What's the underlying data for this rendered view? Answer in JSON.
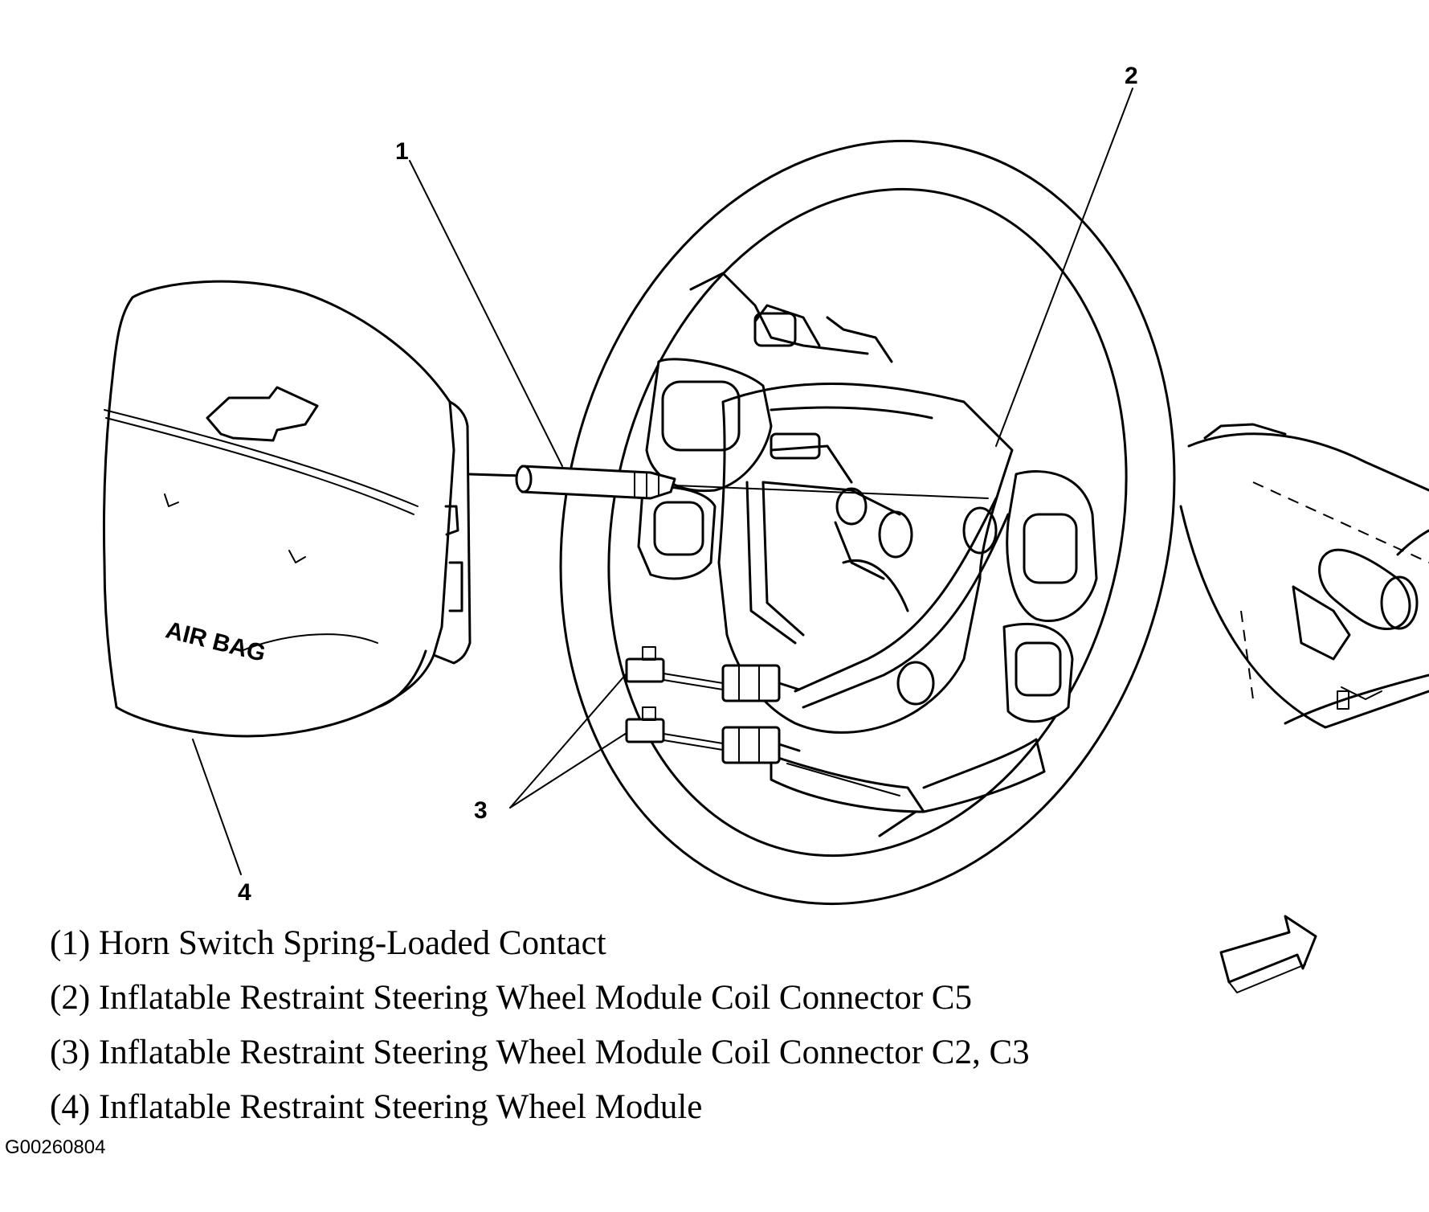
{
  "callouts": {
    "c1": "1",
    "c2": "2",
    "c3": "3",
    "c4": "4"
  },
  "airbag_text": "AIR BAG",
  "legend": [
    "(1) Horn Switch Spring-Loaded Contact",
    "(2) Inflatable Restraint Steering Wheel Module Coil Connector C5",
    "(3) Inflatable Restraint Steering Wheel Module Coil Connector C2, C3",
    "(4) Inflatable Restraint Steering Wheel Module"
  ],
  "figure_id": "G00260804",
  "icons": {
    "direction": "outline-arrow-icon",
    "emblem": "bowtie-emblem-icon"
  }
}
